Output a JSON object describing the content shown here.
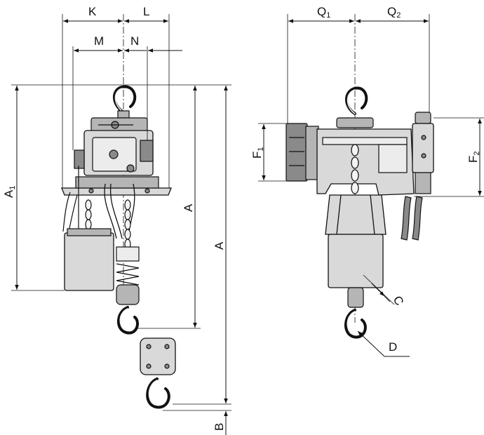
{
  "labels": {
    "K": "K",
    "L": "L",
    "M": "M",
    "N": "N",
    "A1_main": "A",
    "A1_sub": "1",
    "A_inner": "A",
    "A_outer": "A",
    "B": "B",
    "Q1_main": "Q",
    "Q1_sub": "1",
    "Q2_main": "Q",
    "Q2_sub": "2",
    "F1_main": "F",
    "F1_sub": "1",
    "F2_main": "F",
    "F2_sub": "2",
    "C": "C",
    "D": "D"
  },
  "colors": {
    "ink": "#111111",
    "fill": "#d9d9d9",
    "background": "#ffffff"
  }
}
